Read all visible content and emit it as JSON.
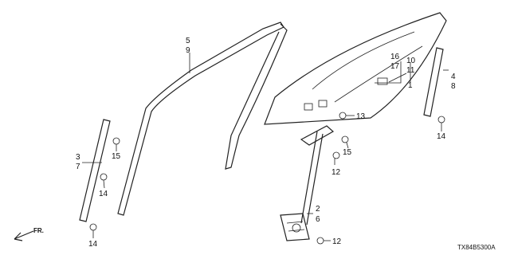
{
  "diagram": {
    "part_labels": {
      "l1": "1",
      "l2": "2",
      "l3": "3",
      "l4": "4",
      "l5": "5",
      "l6": "6",
      "l7": "7",
      "l8": "8",
      "l9": "9",
      "l10": "10",
      "l11": "11",
      "l12a": "12",
      "l12b": "12",
      "l13": "13",
      "l14a": "14",
      "l14b": "14",
      "l14c": "14",
      "l15a": "15",
      "l15b": "15",
      "l16": "16",
      "l17": "17"
    },
    "front_indicator": "FR.",
    "diagram_code": "TX84B5300A"
  }
}
